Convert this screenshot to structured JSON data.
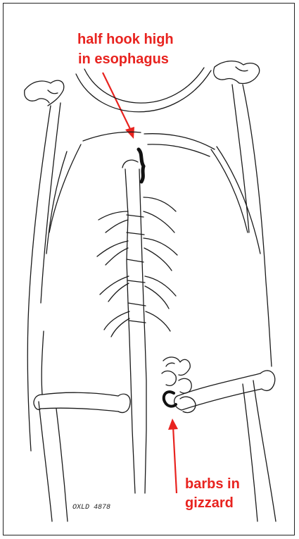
{
  "labels": {
    "top_line1": "half hook high",
    "top_line2": "in esophagus",
    "bottom_line1": "barbs in",
    "bottom_line2": "gizzard",
    "signature": "OXLD 4878"
  },
  "colors": {
    "annotation": "#e8231f",
    "ink": "#1a1a1a",
    "background": "#ffffff"
  }
}
